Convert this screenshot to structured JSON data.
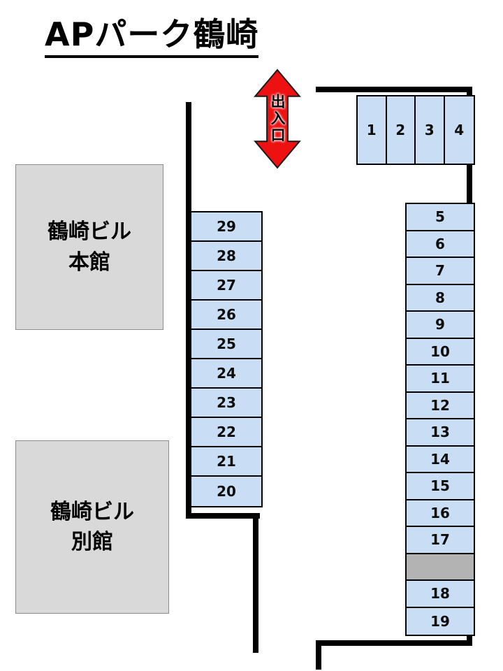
{
  "title": "APパーク鶴崎",
  "entrance": {
    "label": "出入口"
  },
  "buildings": [
    {
      "name": "鶴崎ビル",
      "sub": "本館"
    },
    {
      "name": "鶴崎ビル",
      "sub": "別館"
    }
  ],
  "top_row_spaces": [
    "1",
    "2",
    "3",
    "4"
  ],
  "middle_column_spaces": [
    "29",
    "28",
    "27",
    "26",
    "25",
    "24",
    "23",
    "22",
    "21",
    "20"
  ],
  "right_column_spaces": [
    "5",
    "6",
    "7",
    "8",
    "9",
    "10",
    "11",
    "12",
    "13",
    "14",
    "15",
    "16",
    "17",
    "",
    "18",
    "19"
  ],
  "colors": {
    "space_fill": "#c9def5",
    "building_fill": "#d9d9d9",
    "blocked_fill": "#b3b3b3",
    "arrow_fill": "#ee1111"
  }
}
